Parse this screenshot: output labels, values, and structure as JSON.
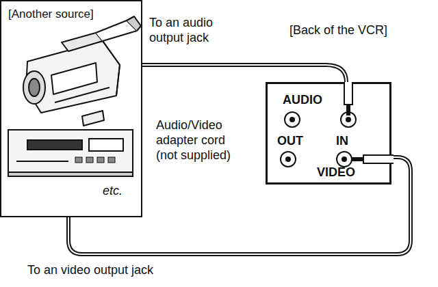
{
  "diagram": {
    "nodes": [
      {
        "text": [
          "[Another source]",
          "etc."
        ]
      },
      {
        "text": [
          "[Back of the VCR]",
          "AUDIO",
          "OUT",
          "IN",
          "VIDEO"
        ]
      }
    ],
    "edges": [
      {
        "from": 0,
        "to": 1,
        "arrow": "none",
        "label": "To an audio output jack"
      },
      {
        "from": 0,
        "to": 1,
        "arrow": "none",
        "label": "To an video output jack"
      }
    ],
    "labels": [
      "Audio/Video adapter cord (not supplied)"
    ]
  }
}
